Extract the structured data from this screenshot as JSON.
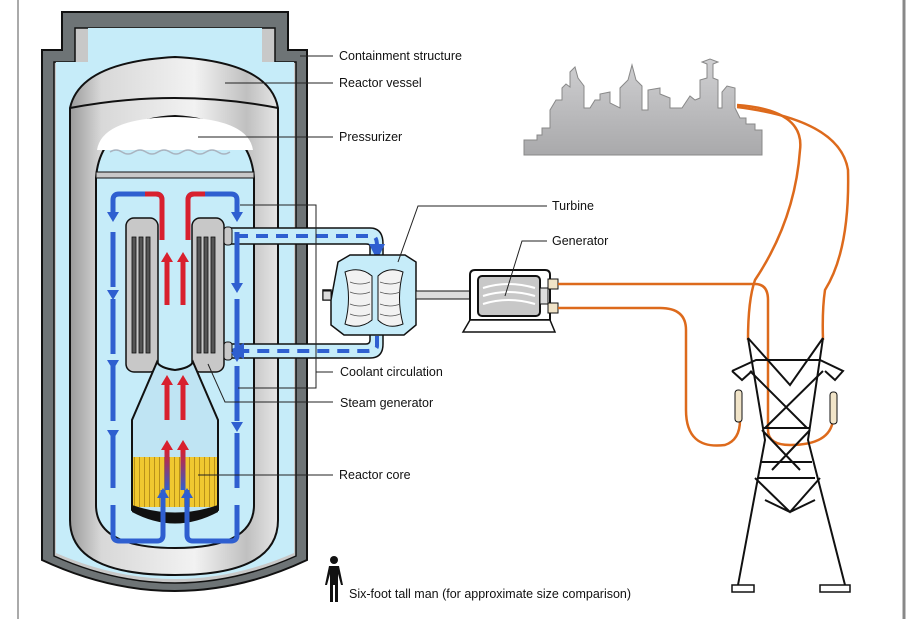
{
  "labels": {
    "containment": "Containment structure",
    "reactor_vessel": "Reactor vessel",
    "pressurizer": "Pressurizer",
    "turbine": "Turbine",
    "generator": "Generator",
    "coolant": "Coolant circulation",
    "steam_generator": "Steam generator",
    "reactor_core": "Reactor core",
    "man": "Six-foot tall man (for approximate size comparison)"
  },
  "colors": {
    "coolant_cold": "#2f5fd0",
    "coolant_hot": "#d8202e",
    "water": "#c6ecf9",
    "core": "#f0c830",
    "power_line": "#dd6a1c",
    "containment": "#c8c8c8"
  }
}
